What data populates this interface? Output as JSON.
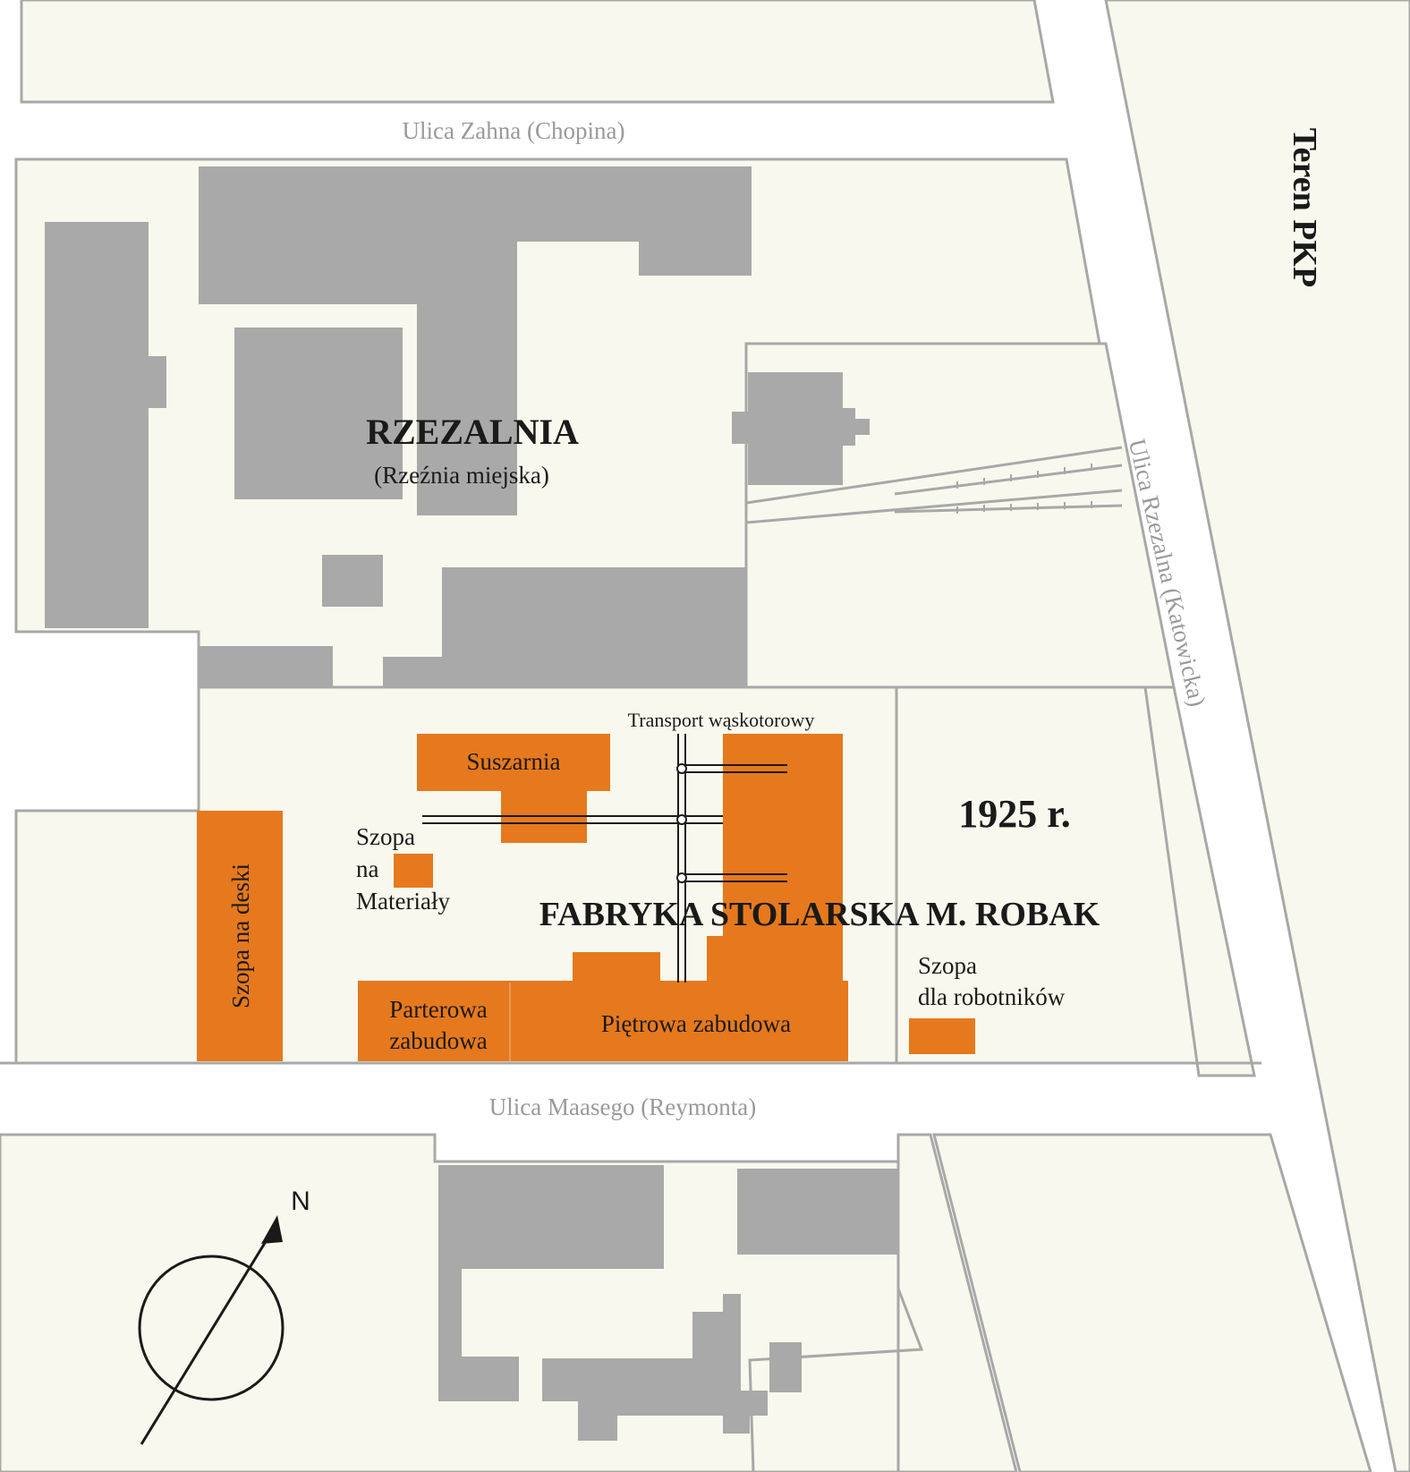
{
  "colors": {
    "block": "#f8f8ee",
    "street": "#ffffff",
    "outline": "#a8a8a8",
    "building": "#a9a9a9",
    "factory": "#e6791d",
    "text": "#1a1a1a",
    "street_label": "#9a9a9a"
  },
  "streets": {
    "top": "Ulica Zahna (Chopina)",
    "bottom": "Ulica Maasego (Reymonta)",
    "right": "Ulica Rzezalna (Katowicka)"
  },
  "area_labels": {
    "railway": "Teren PKP",
    "slaughterhouse_title": "RZEZALNIA",
    "slaughterhouse_subtitle": "(Rzeźnia miejska)",
    "factory_title": "FABRYKA  STOLARSKA  M.  ROBAK",
    "year": "1925 r."
  },
  "factory_buildings": {
    "dryer": "Suszarnia",
    "material_shed_line1": "Szopa",
    "material_shed_line2": "na",
    "material_shed_line3": "Materiały",
    "board_shed": "Szopa na deski",
    "ground_floor_line1": "Parterowa",
    "ground_floor_line2": "zabudowa",
    "storey_building": "Piętrowa zabudowa",
    "workers_shed_line1": "Szopa",
    "workers_shed_line2": "dla robotników",
    "narrow_gauge": "Transport wąskotorowy"
  },
  "compass": {
    "north_label": "N",
    "icon": "compass-rose-icon"
  }
}
